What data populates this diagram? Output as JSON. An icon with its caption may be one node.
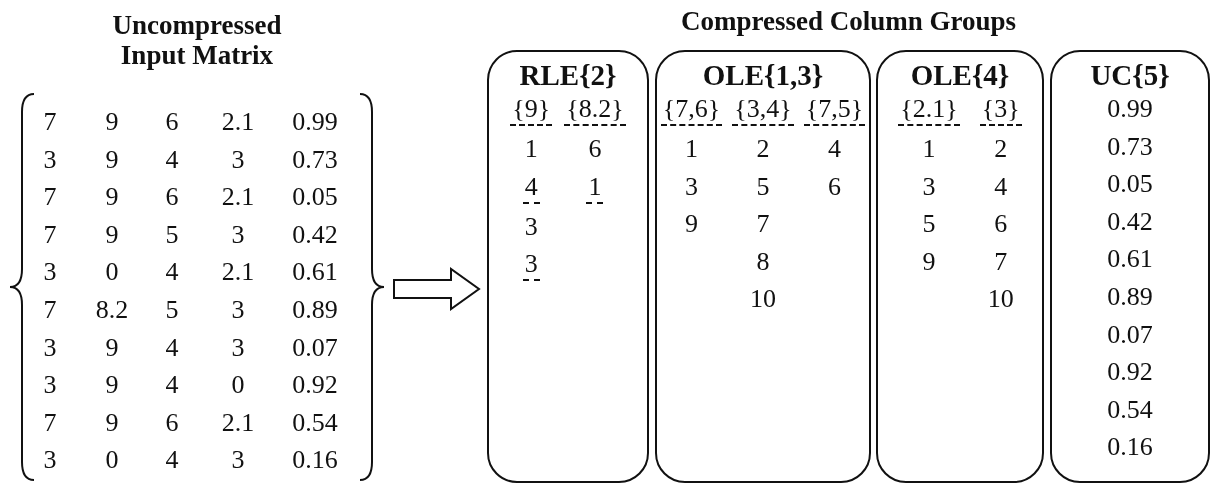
{
  "diagram": {
    "nodes": [
      {
        "text": [
          "Uncompressed Input Matrix",
          "7",
          "9",
          "6",
          "2.1",
          "0.99",
          "3",
          "9",
          "4",
          "3",
          "0.73",
          "7",
          "9",
          "6",
          "2.1",
          "0.05",
          "7",
          "9",
          "5",
          "3",
          "0.42",
          "3",
          "0",
          "4",
          "2.1",
          "0.61",
          "7",
          "8.2",
          "5",
          "3",
          "0.89",
          "3",
          "9",
          "4",
          "3",
          "0.07",
          "3",
          "9",
          "4",
          "0",
          "0.92",
          "7",
          "9",
          "6",
          "2.1",
          "0.54",
          "3",
          "0",
          "4",
          "3",
          "0.16"
        ]
      },
      {
        "text": [
          "RLE{2}",
          "{9}",
          "1",
          "4",
          "3",
          "3",
          "{8.2}",
          "6",
          "1"
        ]
      },
      {
        "text": [
          "OLE{1,3}",
          "{7,6}",
          "1",
          "3",
          "9",
          "{3,4}",
          "2",
          "5",
          "7",
          "8",
          "10",
          "{7,5}",
          "4",
          "6"
        ]
      },
      {
        "text": [
          "OLE{4}",
          "{2.1}",
          "1",
          "3",
          "5",
          "9",
          "{3}",
          "2",
          "4",
          "6",
          "7",
          "10"
        ]
      },
      {
        "text": [
          "UC{5}",
          "0.99",
          "0.73",
          "0.05",
          "0.42",
          "0.61",
          "0.89",
          "0.07",
          "0.92",
          "0.54",
          "0.16"
        ]
      }
    ],
    "edges": [
      {
        "from": 0,
        "to": 1,
        "arrow": "to"
      }
    ],
    "labels": [
      "Compressed Column Groups"
    ]
  }
}
